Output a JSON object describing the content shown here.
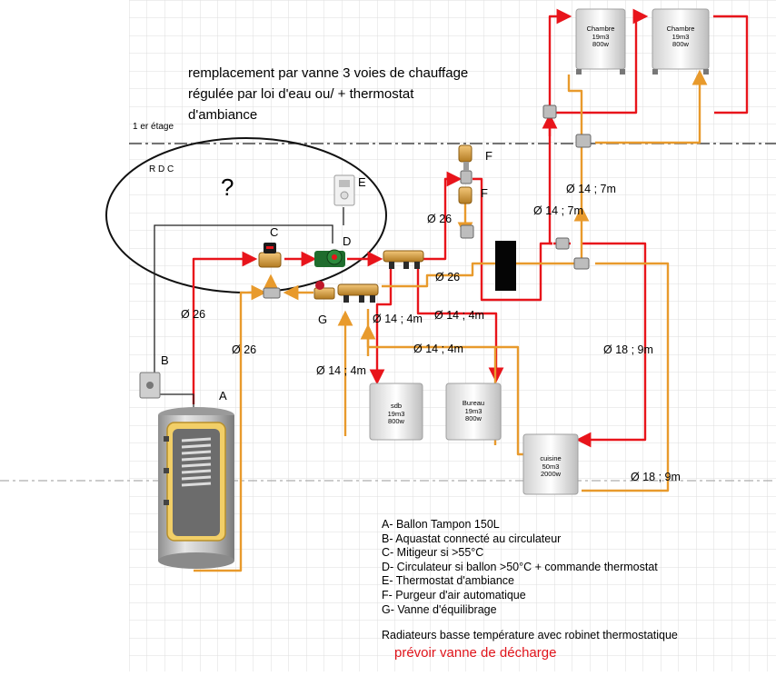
{
  "title_lines": [
    "remplacement par vanne 3 voies de chauffage",
    "régulée par loi d'eau ou/ + thermostat",
    "d'ambiance"
  ],
  "floor_labels": {
    "upper": "1 er étage",
    "ground": "R D C"
  },
  "question_mark": "?",
  "component_letters": {
    "A": "A",
    "B": "B",
    "C": "C",
    "D": "D",
    "E": "E",
    "F1": "F",
    "F2": "F",
    "G": "G"
  },
  "pipe_dimensions": {
    "d26_left": "Ø 26",
    "d26_lower_left": "Ø 26",
    "d26_top": "Ø 26",
    "d26_center": "Ø 26",
    "d14_7m_a": "Ø 14 ; 7m",
    "d14_7m_b": "Ø 14 ; 7m",
    "d14_4m_a": "Ø 14 ; 4m",
    "d14_4m_b": "Ø 14 ; 4m",
    "d14_4m_c": "Ø 14 ; 4m",
    "d14_4m_d": "Ø 14 ; 4m",
    "d18_9m_a": "Ø 18 ; 9m",
    "d18_9m_b": "Ø 18 ; 9m"
  },
  "radiators": [
    {
      "room": "Chambre",
      "volume": "19m3",
      "power": "800w"
    },
    {
      "room": "Chambre",
      "volume": "19m3",
      "power": "800w"
    },
    {
      "room": "sdb",
      "volume": "19m3",
      "power": "800w"
    },
    {
      "room": "Bureau",
      "volume": "19m3",
      "power": "800w"
    },
    {
      "room": "cuisine",
      "volume": "50m3",
      "power": "2000w"
    }
  ],
  "legend": [
    "A- Ballon Tampon 150L",
    "B- Aquastat connecté au circulateur",
    "C- Mitigeur si >55°C",
    "D- Circulateur si ballon >50°C + commande thermostat",
    "E- Thermostat d'ambiance",
    "F- Purgeur d'air automatique",
    "G- Vanne d'équilibrage"
  ],
  "footer_note": "Radiateurs basse température avec robinet thermostatique",
  "warning_note": "prévoir vanne de décharge",
  "colors": {
    "hot_pipe": "#e8141b",
    "return_pipe": "#e89a2c",
    "grid": "#d9d9d9",
    "warning_text": "#e0141b"
  }
}
